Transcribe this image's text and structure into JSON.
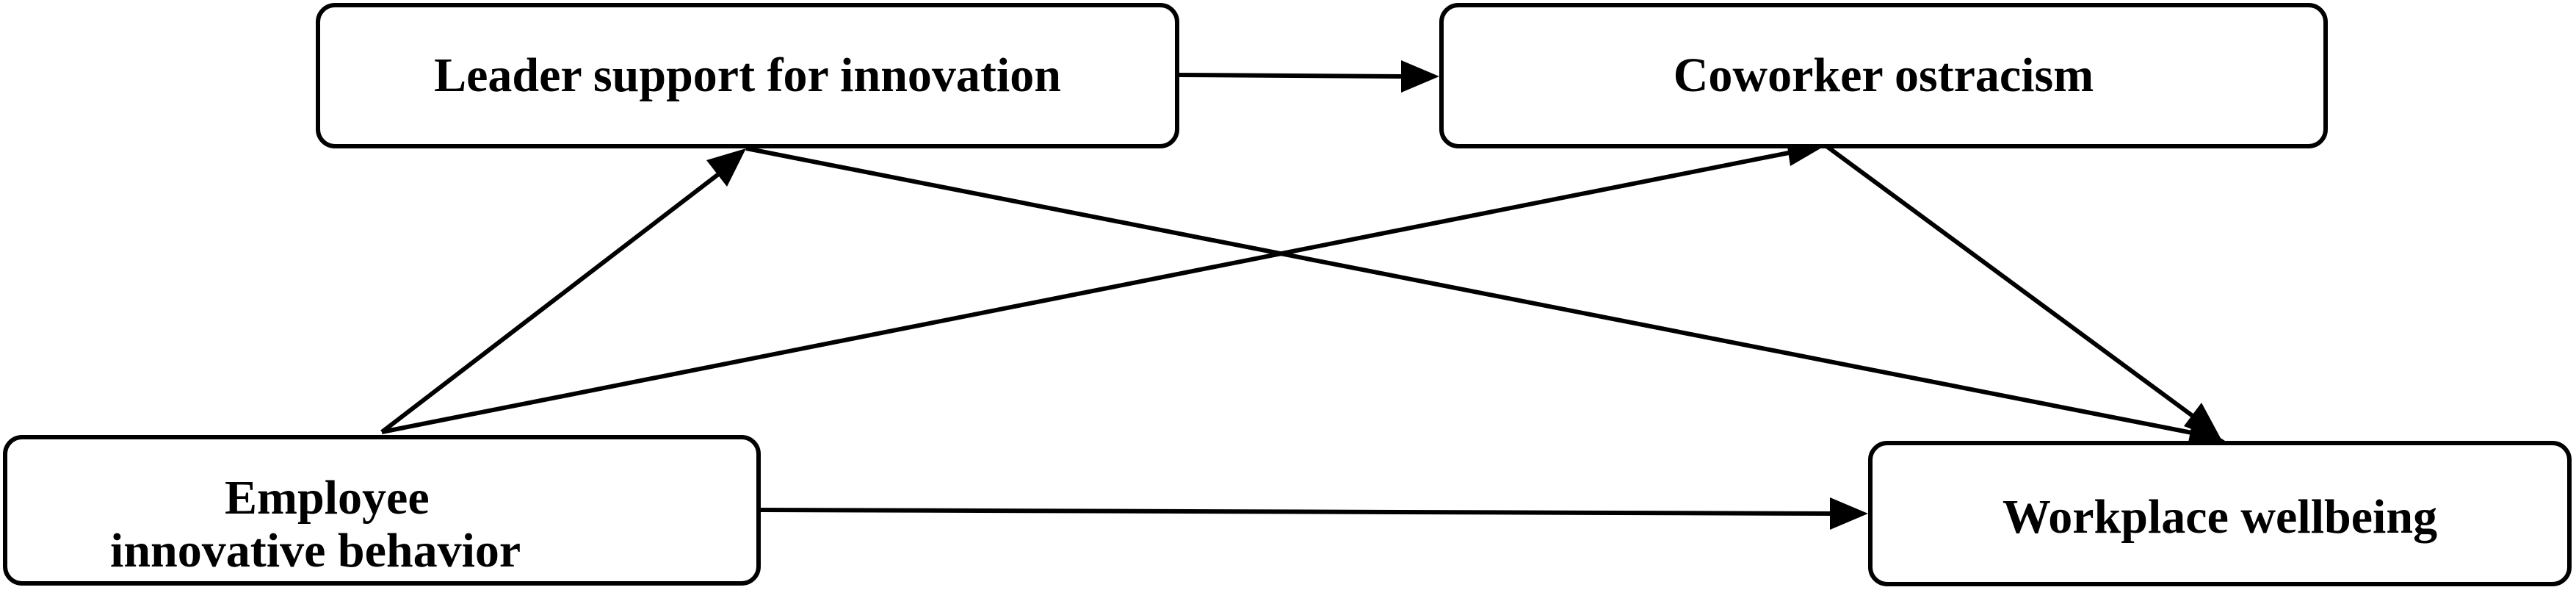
{
  "diagram": {
    "nodes": {
      "leader": {
        "label": "Leader support for innovation"
      },
      "coworker": {
        "label": "Coworker ostracism"
      },
      "employee": {
        "label_line1": "Employee",
        "label_line2": "innovative behavior"
      },
      "wellbeing": {
        "label": "Workplace wellbeing"
      }
    },
    "edges": [
      {
        "from": "leader",
        "to": "coworker"
      },
      {
        "from": "employee",
        "to": "leader"
      },
      {
        "from": "employee",
        "to": "coworker"
      },
      {
        "from": "employee",
        "to": "wellbeing"
      },
      {
        "from": "leader",
        "to": "wellbeing"
      },
      {
        "from": "coworker",
        "to": "wellbeing"
      }
    ],
    "colors": {
      "stroke": "#000000",
      "fill": "#ffffff"
    }
  }
}
